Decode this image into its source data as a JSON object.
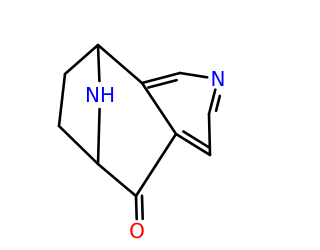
{
  "molecule": {
    "atoms": [
      {
        "id": "c1",
        "element": "C",
        "label": ""
      },
      {
        "id": "c2",
        "element": "C",
        "label": ""
      },
      {
        "id": "c3",
        "element": "C",
        "label": ""
      },
      {
        "id": "n_amine",
        "element": "N",
        "label": "NH"
      },
      {
        "id": "c4",
        "element": "C",
        "label": ""
      },
      {
        "id": "c5",
        "element": "C",
        "label": ""
      },
      {
        "id": "o_keto",
        "element": "O",
        "label": "O"
      },
      {
        "id": "c6",
        "element": "C",
        "label": ""
      },
      {
        "id": "c7",
        "element": "C",
        "label": ""
      },
      {
        "id": "c8",
        "element": "C",
        "label": ""
      },
      {
        "id": "n_pyr",
        "element": "N",
        "label": "N"
      },
      {
        "id": "c9",
        "element": "C",
        "label": ""
      },
      {
        "id": "c10",
        "element": "C",
        "label": ""
      }
    ],
    "bonds": [
      {
        "from": "c1",
        "to": "c2",
        "order": 1
      },
      {
        "from": "c2",
        "to": "c3",
        "order": 1
      },
      {
        "from": "c3",
        "to": "c4",
        "order": 1
      },
      {
        "from": "c1",
        "to": "n_amine",
        "order": 1
      },
      {
        "from": "c4",
        "to": "n_amine",
        "order": 1
      },
      {
        "from": "c4",
        "to": "c5",
        "order": 1
      },
      {
        "from": "c5",
        "to": "o_keto",
        "order": 2
      },
      {
        "from": "c5",
        "to": "c6",
        "order": 1
      },
      {
        "from": "c6",
        "to": "c7",
        "order": 2
      },
      {
        "from": "c7",
        "to": "c8",
        "order": 1
      },
      {
        "from": "c8",
        "to": "n_pyr",
        "order": 2
      },
      {
        "from": "n_pyr",
        "to": "c9",
        "order": 1
      },
      {
        "from": "c9",
        "to": "c10",
        "order": 2
      },
      {
        "from": "c10",
        "to": "c6",
        "order": 1
      },
      {
        "from": "c10",
        "to": "c1",
        "order": 1
      }
    ],
    "colors": {
      "bond": "#000000",
      "nitrogen": "#0000ff",
      "oxygen": "#ff0000"
    }
  }
}
